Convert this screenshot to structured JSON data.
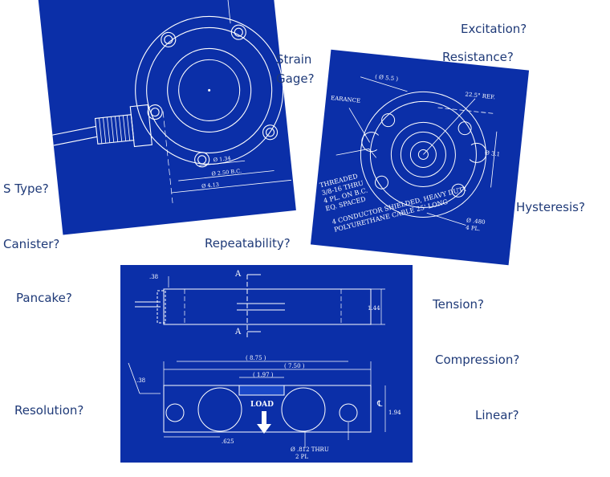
{
  "labels": {
    "excitation": "Excitation?",
    "resistance": "Resistance?",
    "strain": "Strain",
    "gage": "Gage?",
    "s_type": "S Type?",
    "canister": "Canister?",
    "repeatability": "Repeatability?",
    "hysteresis": "Hysteresis?",
    "pancake": "Pancake?",
    "tension": "Tension?",
    "compression": "Compression?",
    "resolution": "Resolution?",
    "linear": "Linear?"
  },
  "drawing1": {
    "dim_bolt_circle": "Ø 2.50 B.C.",
    "dim_bore": "Ø 1.34",
    "dim_outer": "Ø 4.13"
  },
  "drawing2": {
    "dim_hole": "( Ø 5.5 )",
    "dim_angle": "22.5° REF.",
    "dim_clearance": "EARANCE",
    "note_thread_1": "THREADED",
    "note_thread_2": "3/8-16 THRU",
    "note_thread_3": "4 PL. ON B.C.",
    "note_thread_4": "EQ. SPACED",
    "note_cable_1": "4 CONDUCTOR SHIELDED, HEAVY DUTY",
    "note_cable_2": "POLYURETHANE CABLE 25' LONG",
    "dim_side": "Ø 3.1",
    "dim_small_1": "Ø .480",
    "dim_small_2": "4 PL."
  },
  "drawing3": {
    "dim_top_left": ".38",
    "section_top": "A",
    "section_bottom": "A",
    "dim_height": "1.44",
    "dim_overall": "( 8.75 )",
    "dim_span": "( 7.50 )",
    "dim_center": "( 1.97 )",
    "dim_left_side": ".38",
    "load_label": "LOAD",
    "centerline": "℄",
    "dim_thick": "1.94",
    "dim_offset": ".625",
    "note_hole_1": "Ø .812 THRU",
    "note_hole_2": "2 PL"
  }
}
